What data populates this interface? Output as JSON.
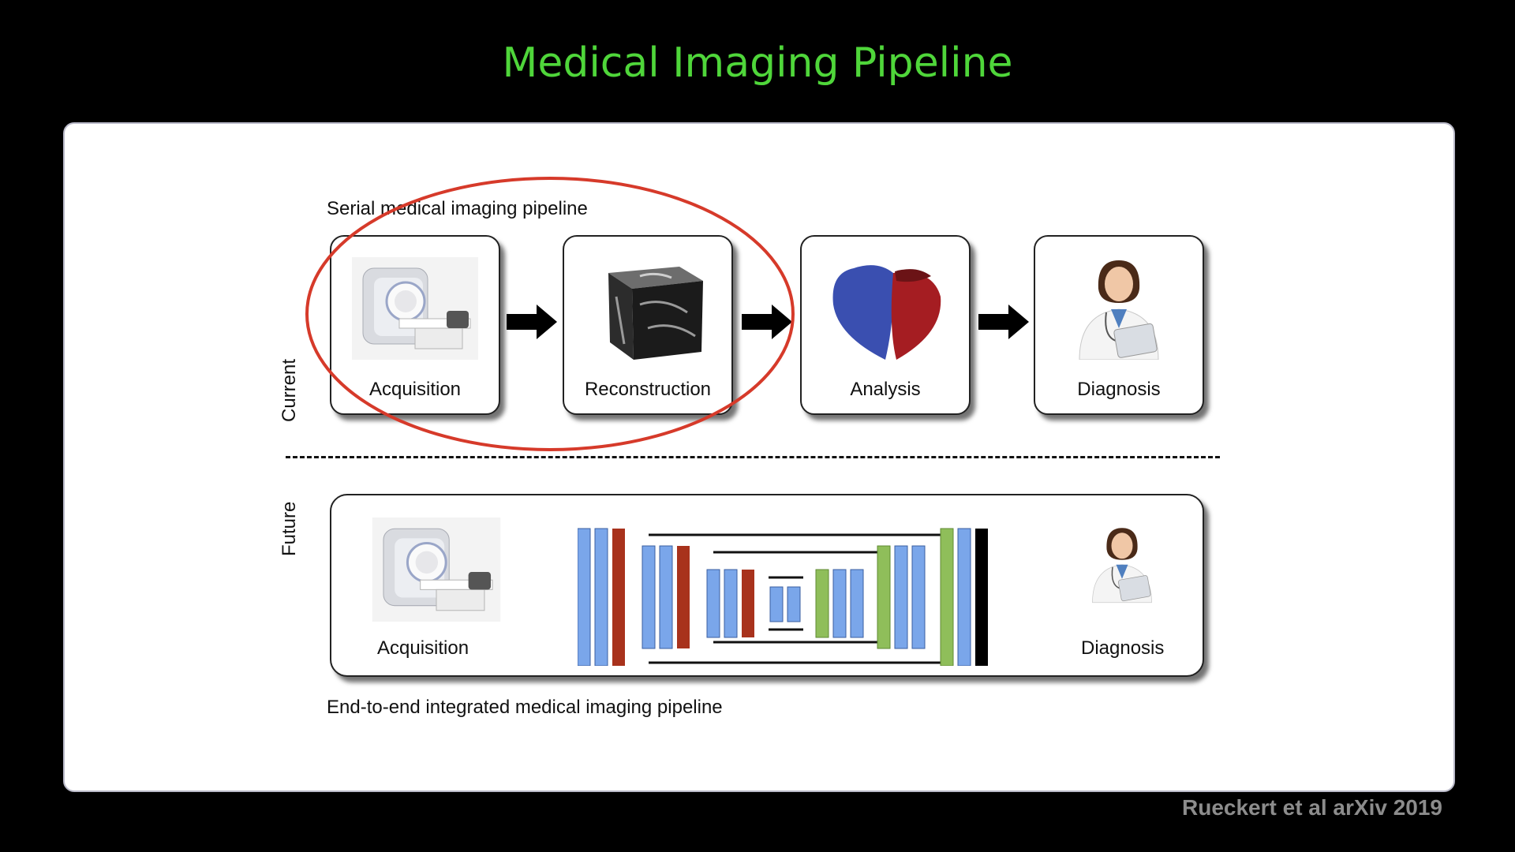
{
  "slide": {
    "title": "Medical Imaging Pipeline",
    "citation": "Rueckert et al arXiv 2019"
  },
  "diagram": {
    "current_caption": "Serial medical imaging pipeline",
    "future_caption": "End-to-end integrated medical imaging pipeline",
    "side_labels": {
      "current": "Current",
      "future": "Future"
    },
    "current_stages": [
      {
        "label": "Acquisition",
        "icon": "mri-scanner-icon"
      },
      {
        "label": "Reconstruction",
        "icon": "volume-cube-icon"
      },
      {
        "label": "Analysis",
        "icon": "heart-segmentation-icon"
      },
      {
        "label": "Diagnosis",
        "icon": "doctor-icon"
      }
    ],
    "future_stages": {
      "start": {
        "label": "Acquisition",
        "icon": "mri-scanner-icon"
      },
      "end": {
        "label": "Diagnosis",
        "icon": "doctor-icon"
      },
      "network_icon": "encoder-decoder-network-icon"
    },
    "colors": {
      "title": "#4fd63a",
      "highlight_ellipse": "#d63a2a",
      "layer_blue": "#7aa6ea",
      "layer_red": "#a8321c",
      "layer_green": "#8fbe5a",
      "layer_black": "#000000",
      "heart_blue": "#3a4fb0",
      "heart_red": "#a51d22"
    }
  }
}
